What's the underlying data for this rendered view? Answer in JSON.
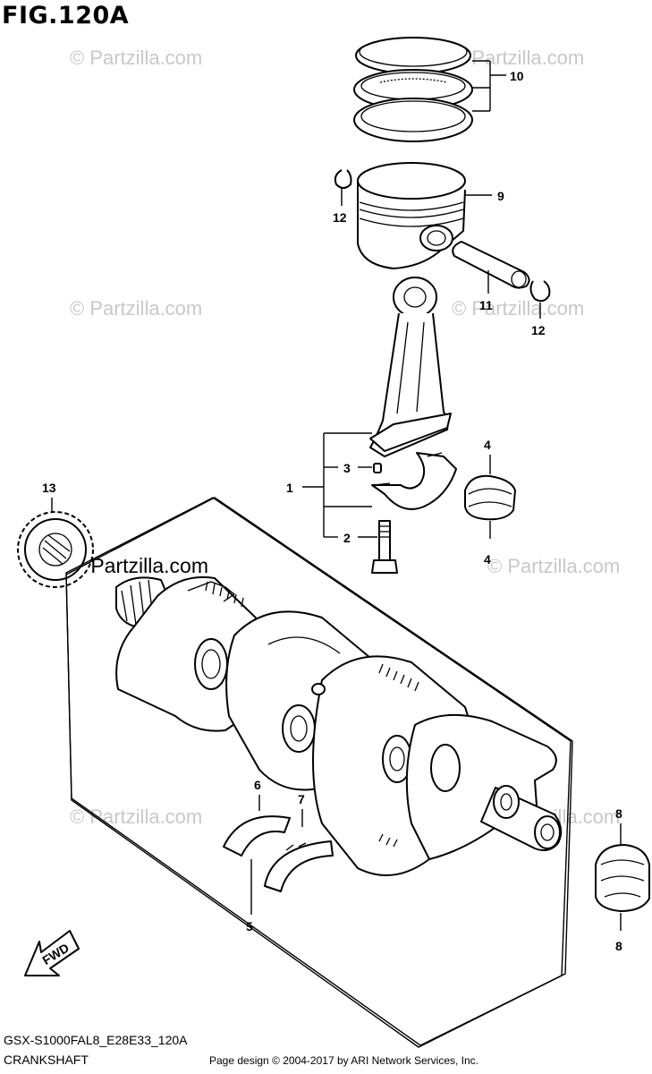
{
  "figure": {
    "title": "FIG.120A",
    "model_code": "GSX-S1000FAL8_E28E33_120A",
    "section_name": "CRANKSHAFT",
    "page_copyright": "Page design © 2004-2017 by ARI Network Services, Inc."
  },
  "watermark": {
    "text": "© Partzilla.com"
  },
  "fwd_arrow": {
    "label": "FWD"
  },
  "callouts": {
    "1": "1",
    "2": "2",
    "3": "3",
    "4": "4",
    "5": "5",
    "6": "6",
    "7": "7",
    "8": "8",
    "9": "9",
    "10": "10",
    "11": "11",
    "12": "12",
    "13": "13"
  }
}
